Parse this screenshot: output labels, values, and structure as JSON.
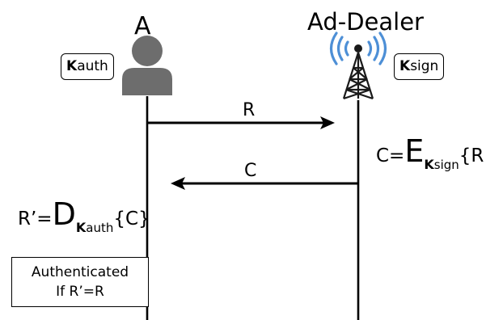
{
  "parties": {
    "left": "A",
    "right": "Ad-Dealer"
  },
  "keys": {
    "left_bold": "K",
    "left_rest": "auth",
    "right_bold": "K",
    "right_rest": "sign"
  },
  "messages": {
    "forward": "R",
    "backward": "C"
  },
  "formulas": {
    "encrypt_lhs": "C=",
    "encrypt_op": "E",
    "encrypt_sub_bold": "K",
    "encrypt_sub_rest": "sign",
    "encrypt_arg": "{R}",
    "decrypt_lhs": "R’=",
    "decrypt_op": "D",
    "decrypt_sub_bold": "K",
    "decrypt_sub_rest": "auth",
    "decrypt_arg": "{C}"
  },
  "auth_box": {
    "line1": "Authenticated",
    "line2": "If R’=R"
  },
  "colors": {
    "user_icon": "#6d6d6d",
    "tower": "#1a1a1a",
    "signal": "#4d8fd6"
  }
}
